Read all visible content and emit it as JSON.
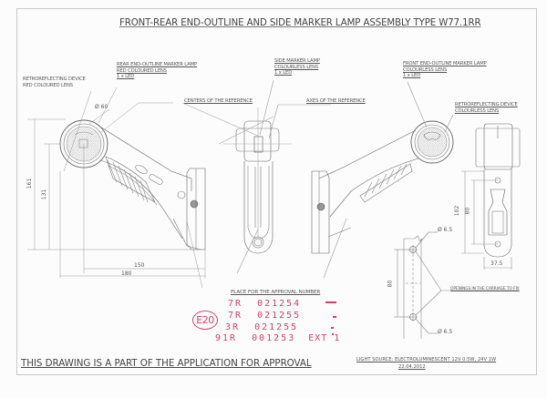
{
  "title": "FRONT-REAR END-OUTLINE AND SIDE MARKER LAMP ASSEMBLY TYPE W77.1RR",
  "callouts": {
    "retro_red": [
      "RETROREFLECTING DEVICE",
      "RED COLOURED LENS"
    ],
    "rear_lamp": [
      "REAR END-OUTLINE MARKER LAMP",
      "RED COLOURED LENS",
      "1 x LED"
    ],
    "side_lamp": [
      "SIDE MARKER LAMP",
      "COLOURLESS LENS",
      "1 x LED"
    ],
    "front_lamp": [
      "FRONT END-OUTLINE MARKER LAMP",
      "COLOURLESS LENS",
      "1 x LED"
    ],
    "retro_colourless": [
      "RETROREFLECTING DEVICE",
      "COLOURLESS LENS"
    ],
    "centers": "CENTERS OF THE REFERENCE",
    "axes": "AXES OF THE REFERENCE",
    "approval_place": "PLACE FOR THE APPROVAL NUMBER",
    "openings": "OPENINGS IN THE CARRIAGE TO FIX"
  },
  "dimensions": {
    "diameter_lens": "Ø 60",
    "height_total": "161",
    "height_center": "131",
    "width_center": "150",
    "width_total": "180",
    "side_height_outer": "102",
    "side_height_inner": "80",
    "side_width": "37.5",
    "hole_top": "Ø 6.5",
    "hole_bottom": "Ø 6.5",
    "hole_spacing": "80"
  },
  "stamp": {
    "mark": "E20",
    "lines": [
      {
        "code": "7R",
        "number": "021254",
        "suffix": ""
      },
      {
        "code": "7R",
        "number": "021255",
        "suffix": ""
      },
      {
        "code": "3R",
        "number": "021255",
        "suffix": ""
      },
      {
        "code": "91R",
        "number": "001253",
        "suffix": "EXT 1"
      }
    ],
    "color": "#d4406a"
  },
  "footer": {
    "note": "THIS DRAWING IS A PART OF THE APPLICATION FOR  APPROVAL",
    "light_source": "LIGHT SOURCE: ELECTROLUMINESCENT  12V  0.5W, 24V  1W",
    "date": "22.04.2012"
  }
}
